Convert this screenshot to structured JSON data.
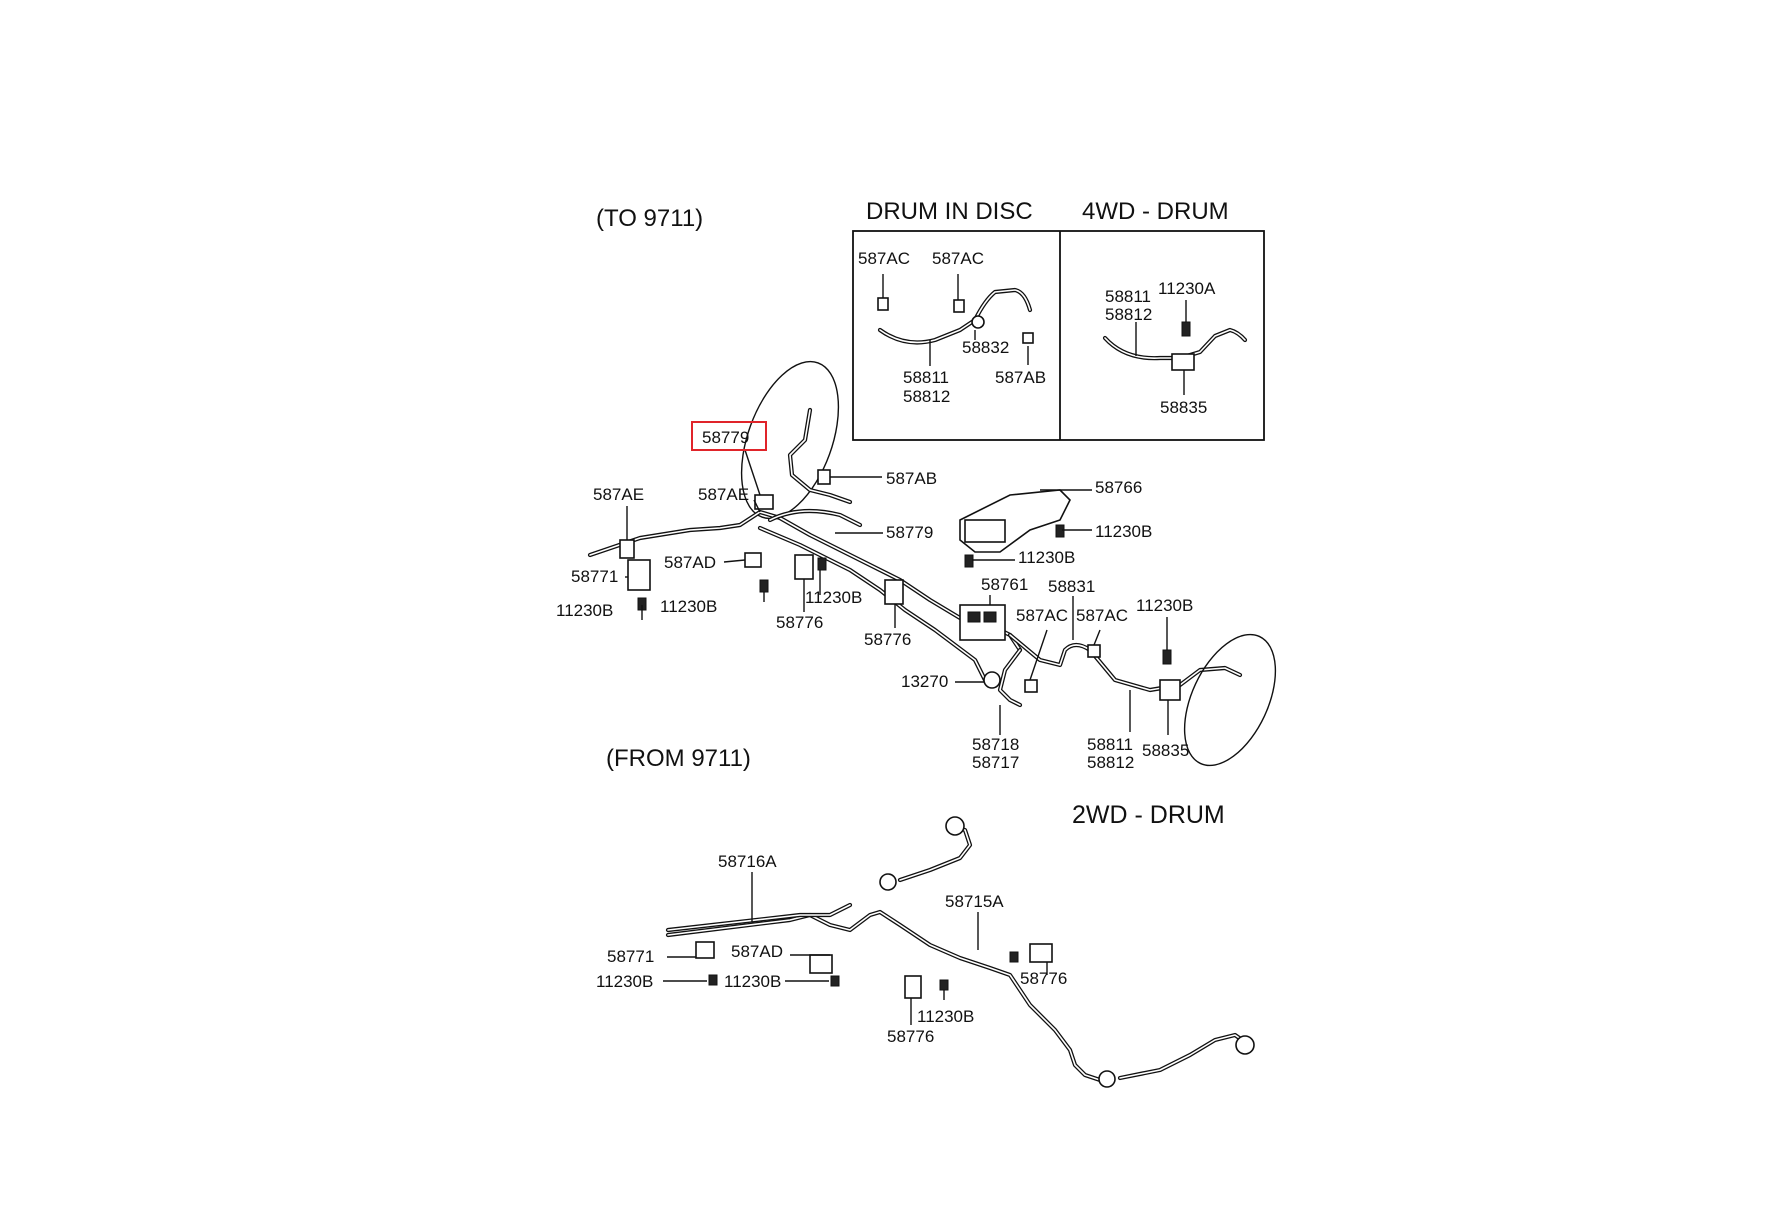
{
  "colors": {
    "highlight": "#e0242a",
    "ink": "#111111",
    "background": "#ffffff"
  },
  "sections": {
    "top_note": "(TO 9711)",
    "bottom_note": "(FROM 9711)",
    "drum_in_disc": "DRUM IN DISC",
    "wd4_drum": "4WD - DRUM",
    "wd2_drum": "2WD - DRUM"
  },
  "inset_drum_in_disc": {
    "l1": "587AC",
    "l2": "587AC",
    "l3": "58832",
    "l4": "587AB",
    "l5a": "58811",
    "l5b": "58812"
  },
  "inset_4wd": {
    "l1": "11230A",
    "l2a": "58811",
    "l2b": "58812",
    "l3": "58835"
  },
  "main": {
    "highlighted": "58779",
    "l_587ab": "587AB",
    "l_58766": "58766",
    "l_11230b_a": "11230B",
    "l_11230b_b": "11230B",
    "l_587ae_a": "587AE",
    "l_587ae_b": "587AE",
    "l_58779b": "58779",
    "l_587ad": "587AD",
    "l_58771": "58771",
    "l_11230b_c": "11230B",
    "l_11230b_d": "11230B",
    "l_11230b_e": "11230B",
    "l_58776_a": "58776",
    "l_58776_b": "58776",
    "l_58761": "58761",
    "l_58831": "58831",
    "l_587ac_a": "587AC",
    "l_587ac_b": "587AC",
    "l_11230b_f": "11230B",
    "l_13270": "13270",
    "l_58718": "58718",
    "l_58717": "58717",
    "l_58811": "58811",
    "l_58812": "58812",
    "l_58835": "58835"
  },
  "bottom": {
    "l_58716a": "58716A",
    "l_58715a": "58715A",
    "l_58771": "58771",
    "l_587ad": "587AD",
    "l_11230b_a": "11230B",
    "l_11230b_b": "11230B",
    "l_11230b_c": "11230B",
    "l_58776_a": "58776",
    "l_58776_b": "58776"
  }
}
